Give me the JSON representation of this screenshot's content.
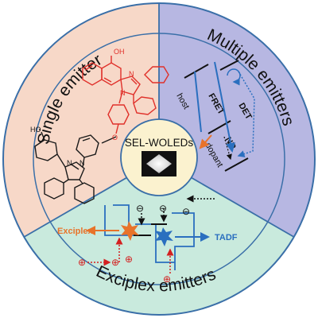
{
  "center": {
    "label": "SEL-WOLEDs"
  },
  "sectors": {
    "single": {
      "label": "Single emitter",
      "bg_color": "#f7d8c8",
      "molecule_labels": {
        "oh_top": "OH",
        "oh_left": "HO",
        "n1": "N",
        "n2": "N",
        "n3": "N",
        "n4": "N",
        "o": "O"
      }
    },
    "multiple": {
      "label": "Multiple emitters",
      "bg_color": "#b7b7e2",
      "labels": {
        "host": "host",
        "dopant": "dopant",
        "fret": "FRET",
        "det": "DET",
        "nr": "NR"
      }
    },
    "exciplex": {
      "label": "Exciplex emitters",
      "bg_color": "#c9eadd",
      "labels": {
        "exciplex": "Exciplex",
        "tadf": "TADF",
        "minus": "⊖",
        "plus": "⊕"
      }
    }
  },
  "colors": {
    "outer_ring": "#3a6fa8",
    "red_molecule": "#e0302a",
    "black_molecule": "#1a1a1a",
    "accent_orange": "#e8732a",
    "accent_blue": "#2a6fbf",
    "dashed_red": "#d42020"
  }
}
